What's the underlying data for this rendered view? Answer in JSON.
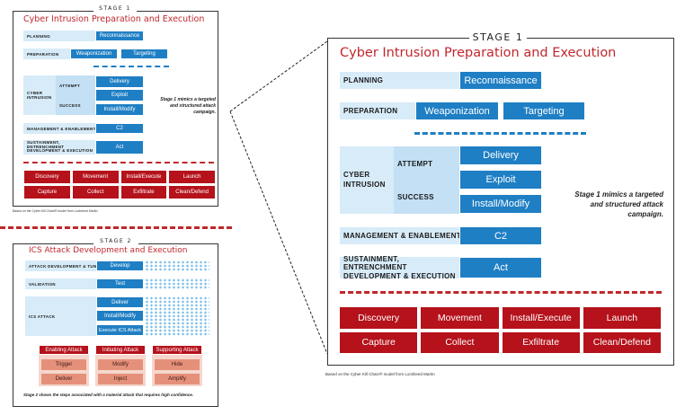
{
  "stage1": {
    "stage_label": "STAGE 1",
    "title": "Cyber Intrusion Preparation and Execution",
    "rows": {
      "planning": "PLANNING",
      "preparation": "PREPARATION",
      "cyber_intrusion": "CYBER INTRUSION",
      "attempt": "ATTEMPT",
      "success": "SUCCESS",
      "management": "MANAGEMENT & ENABLEMENT",
      "sustainment": "SUSTAINMENT, ENTRENCHMENT DEVELOPMENT & EXECUTION"
    },
    "steps": {
      "reconnaissance": "Reconnaissance",
      "weaponization": "Weaponization",
      "targeting": "Targeting",
      "delivery": "Delivery",
      "exploit": "Exploit",
      "install_modify": "Install/Modify",
      "c2": "C2",
      "act": "Act"
    },
    "actions": [
      "Discovery",
      "Movement",
      "Install/Execute",
      "Launch",
      "Capture",
      "Collect",
      "Exfiltrate",
      "Clean/Defend"
    ],
    "note": "Stage 1 mimics a targeted and structured attack campaign.",
    "credit": "Based on the Cyber Kill Chain® model from Lockheed Martin"
  },
  "stage2": {
    "stage_label": "STAGE 2",
    "title": "ICS Attack Development and Execution",
    "rows": {
      "attack_dev": "ATTACK DEVELOPMENT & TUNING",
      "validation": "VALIDATION",
      "ics_attack": "ICS ATTACK"
    },
    "steps": {
      "develop": "Develop",
      "test": "Test",
      "deliver": "Deliver",
      "install_modify": "Install/Modify",
      "execute": "Execute ICS Attack"
    },
    "groups": [
      {
        "header": "Enabling Attack",
        "items": [
          "Trigger",
          "Deliver"
        ]
      },
      {
        "header": "Initiating Attack",
        "items": [
          "Modify",
          "Inject"
        ]
      },
      {
        "header": "Supporting Attack",
        "items": [
          "Hide",
          "Amplify"
        ]
      }
    ],
    "note": "Stage 2 shows the steps associated with a material attack that requires high confidence."
  },
  "colors": {
    "title_red": "#c0272d",
    "step_blue": "#1f7fc4",
    "label_blue": "#d7ebf8",
    "action_red": "#b5121b",
    "group_pink": "#e5907a"
  }
}
